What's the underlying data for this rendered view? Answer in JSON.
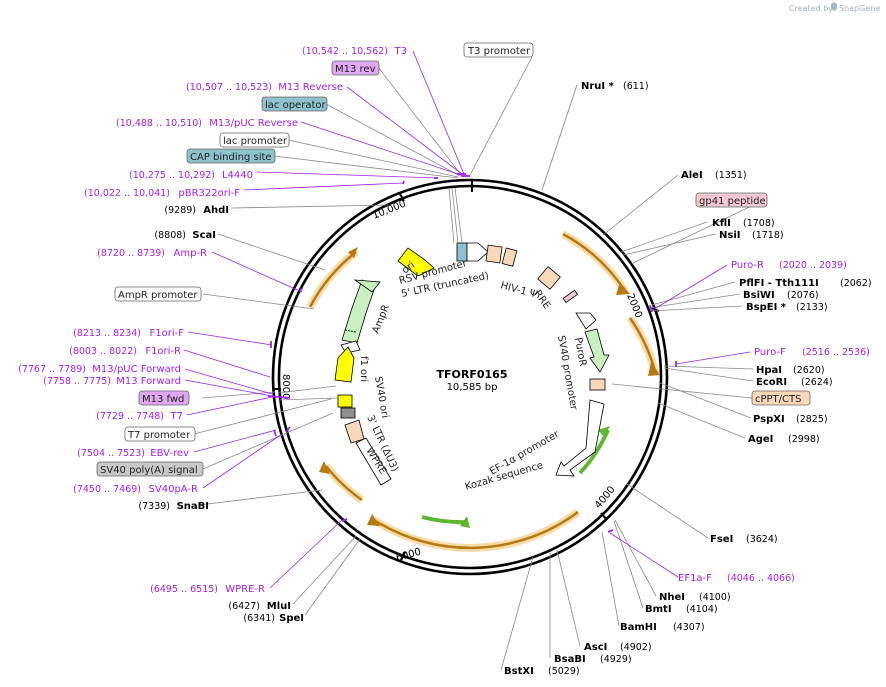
{
  "credit": {
    "text": "Created by",
    "brand": "SnapGene"
  },
  "plasmid": {
    "name": "TFORF0165",
    "length": "10,585 bp"
  },
  "ticks": [
    "2000",
    "4000",
    "6000",
    "8000",
    "10,000"
  ],
  "sites_right": [
    {
      "name": "NruI *",
      "pos": "(611)"
    },
    {
      "name": "AleI",
      "pos": "(1351)"
    },
    {
      "name": "KflI",
      "pos": "(1708)"
    },
    {
      "name": "NsiI",
      "pos": "(1718)"
    },
    {
      "name": "PflFI - Tth111I",
      "pos": "(2062)"
    },
    {
      "name": "BsiWI",
      "pos": "(2076)"
    },
    {
      "name": "BspEI *",
      "pos": "(2133)"
    },
    {
      "name": "HpaI",
      "pos": "(2620)"
    },
    {
      "name": "EcoRI",
      "pos": "(2624)"
    },
    {
      "name": "PspXI",
      "pos": "(2825)"
    },
    {
      "name": "AgeI",
      "pos": "(2998)"
    },
    {
      "name": "FseI",
      "pos": "(3624)"
    },
    {
      "name": "NheI",
      "pos": "(4100)"
    },
    {
      "name": "BmtI",
      "pos": "(4104)"
    },
    {
      "name": "BamHI",
      "pos": "(4307)"
    },
    {
      "name": "AscI",
      "pos": "(4902)"
    },
    {
      "name": "BsaBI",
      "pos": "(4929)"
    },
    {
      "name": "BstXI",
      "pos": "(5029)"
    }
  ],
  "sites_left": [
    {
      "name": "AhdI",
      "pos": "(9289)"
    },
    {
      "name": "ScaI",
      "pos": "(8808)"
    },
    {
      "name": "SnaBI",
      "pos": "(7339)"
    },
    {
      "name": "MluI",
      "pos": "(6427)"
    },
    {
      "name": "SpeI",
      "pos": "(6341)"
    }
  ],
  "primers_left": [
    {
      "name": "T3",
      "pos": "(10,542 .. 10,562)"
    },
    {
      "name": "M13 Reverse",
      "pos": "(10,507 .. 10,523)"
    },
    {
      "name": "M13/pUC Reverse",
      "pos": "(10,488 .. 10,510)"
    },
    {
      "name": "L4440",
      "pos": "(10,275 .. 10,292)"
    },
    {
      "name": "pBR322ori-F",
      "pos": "(10,022 .. 10,041)"
    },
    {
      "name": "Amp-R",
      "pos": "(8720 .. 8739)"
    },
    {
      "name": "F1ori-F",
      "pos": "(8213 .. 8234)"
    },
    {
      "name": "F1ori-R",
      "pos": "(8003 .. 8022)"
    },
    {
      "name": "M13/pUC Forward",
      "pos": "(7767 .. 7789)"
    },
    {
      "name": "M13 Forward",
      "pos": "(7758 .. 7775)"
    },
    {
      "name": "T7",
      "pos": "(7729 .. 7748)"
    },
    {
      "name": "EBV-rev",
      "pos": "(7504 .. 7523)"
    },
    {
      "name": "SV40pA-R",
      "pos": "(7450 .. 7469)"
    },
    {
      "name": "WPRE-R",
      "pos": "(6495 .. 6515)"
    }
  ],
  "primers_right": [
    {
      "name": "Puro-R",
      "pos": "(2020 .. 2039)"
    },
    {
      "name": "Puro-F",
      "pos": "(2516 .. 2536)"
    },
    {
      "name": "EF1a-F",
      "pos": "(4046 .. 4066)"
    }
  ],
  "boxed": {
    "t3_promoter": "T3 promoter",
    "m13_rev": "M13 rev",
    "lac_operator": "lac operator",
    "lac_promoter": "lac promoter",
    "cap_site": "CAP binding site",
    "gp41": "gp41 peptide",
    "ampr_promoter": "AmpR promoter",
    "m13_fwd": "M13 fwd",
    "t7_promoter": "T7 promoter",
    "sv40_polya": "SV40 poly(A) signal",
    "cppt": "cPPT/CTS"
  },
  "features": {
    "rsv": "RSV promoter",
    "ltr5": "5' LTR (truncated)",
    "hiv": "HIV-1 Ψ",
    "rre": "RRE",
    "puror": "PuroR",
    "sv40p": "SV40 promoter",
    "ef1a": "EF-1α promoter",
    "kozak": "Kozak sequence",
    "wpre": "WPRE",
    "ltr3": "3' LTR (ΔU3)",
    "sv40ori": "SV40 ori",
    "f1ori": "f1 ori",
    "ampr": "AmpR",
    "ori": "ori"
  },
  "colors": {
    "primer": "#a020f0",
    "orf": "#e8a020",
    "orf_green": "#5cb830",
    "ori": "#ffff00",
    "ampr": "#c8f0c0",
    "lac_op": "#8ec2cc",
    "gp41": "#f0c8d0",
    "cppt": "#f8d8b8",
    "m13": "#e0a8f0"
  }
}
